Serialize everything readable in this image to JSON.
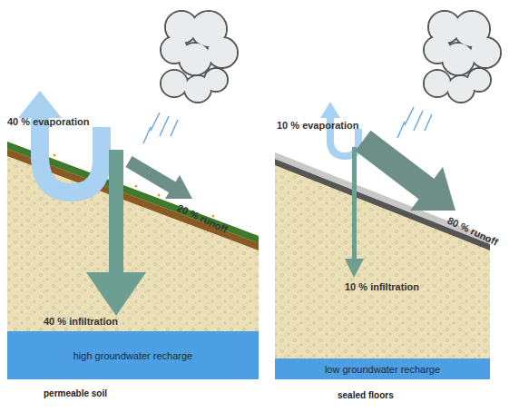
{
  "diagram": {
    "nodes": [
      {
        "text": [
          "high groundwater recharge"
        ]
      },
      {
        "text": [
          "low groundwater recharge"
        ]
      }
    ],
    "labels": [
      "40 % evaporation",
      "20 % runoff",
      "40 % infiltration",
      "permeable soil",
      "10 % evaporation",
      "80 % runoff",
      "10 % infiltration",
      "sealed floors"
    ]
  }
}
